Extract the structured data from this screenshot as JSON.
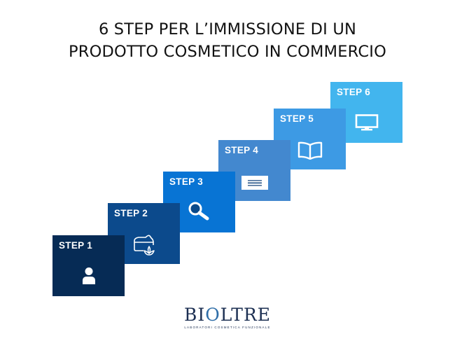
{
  "title": {
    "line1": "6 STEP PER L’IMMISSIONE DI UN",
    "line2": "PRODOTTO COSMETICO IN COMMERCIO"
  },
  "steps": [
    {
      "label": "STEP 1",
      "icon": "person-icon",
      "color": "#062b55"
    },
    {
      "label": "STEP 2",
      "icon": "cream-jar-lotus-icon",
      "color": "#0c4a8c"
    },
    {
      "label": "STEP 3",
      "icon": "magnifier-icon",
      "color": "#0874d4"
    },
    {
      "label": "STEP 4",
      "icon": "document-lines-icon",
      "color": "#4388cf"
    },
    {
      "label": "STEP 5",
      "icon": "open-book-icon",
      "color": "#3d9ae4"
    },
    {
      "label": "STEP 6",
      "icon": "monitor-icon",
      "color": "#42b5ee"
    }
  ],
  "logo": {
    "brand_prefix": "BI",
    "brand_o": "O",
    "brand_suffix": "LTRE",
    "tagline": "LABORATORI COSMETICA FUNZIONALE",
    "color": "#1c2f52"
  }
}
